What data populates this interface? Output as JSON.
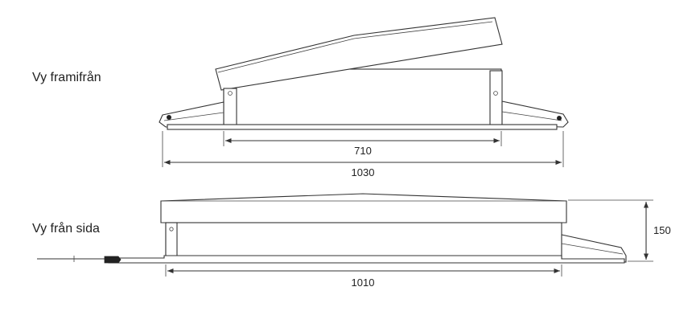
{
  "views": {
    "front_label": "Vy framifrån",
    "side_label": "Vy från sida"
  },
  "dimensions": {
    "inner_width": "710",
    "outer_width": "1030",
    "side_length": "1010",
    "height": "150"
  }
}
